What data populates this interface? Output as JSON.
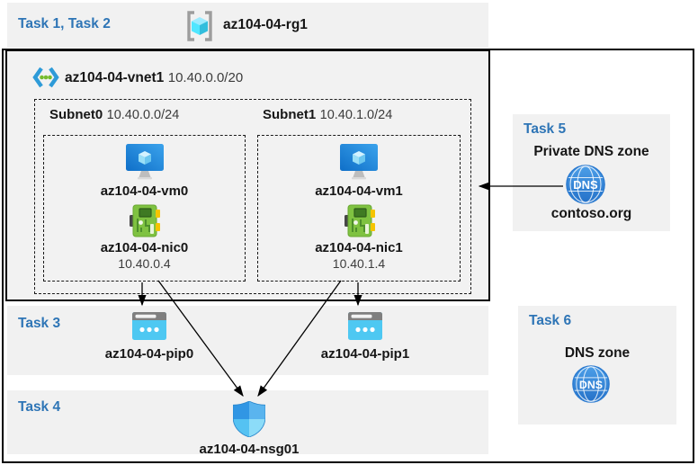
{
  "header": {
    "tasks_label": "Task 1, Task 2",
    "resource_group": "az104-04-rg1"
  },
  "vnet": {
    "name": "az104-04-vnet1",
    "cidr": "10.40.0.0/20"
  },
  "subnets": [
    {
      "name": "Subnet0",
      "cidr": "10.40.0.0/24",
      "vm": "az104-04-vm0",
      "nic": "az104-04-nic0",
      "nic_ip": "10.40.0.4"
    },
    {
      "name": "Subnet1",
      "cidr": "10.40.1.0/24",
      "vm": "az104-04-vm1",
      "nic": "az104-04-nic1",
      "nic_ip": "10.40.1.4"
    }
  ],
  "task3": {
    "label": "Task 3",
    "pip0": "az104-04-pip0",
    "pip1": "az104-04-pip1"
  },
  "task4": {
    "label": "Task 4",
    "nsg": "az104-04-nsg01"
  },
  "task5": {
    "label": "Task 5",
    "title": "Private DNS zone",
    "zone_name": "contoso.org",
    "dns_icon_text": "DNS"
  },
  "task6": {
    "label": "Task 6",
    "title": "DNS zone",
    "dns_icon_text": "DNS"
  },
  "colors": {
    "task_label_blue": "#2e75b6",
    "panel_gray": "#f1f1f1",
    "vnet_fill_gray": "#f2f2f2",
    "border_black": "#000000",
    "vm_monitor_blue": "#1e7fd0",
    "nic_green": "#7fc241",
    "pip_cyan": "#4ec8f2",
    "nsg_shield_blue": "#3399e6",
    "dns_globe_blue": "#2e7fd4"
  }
}
